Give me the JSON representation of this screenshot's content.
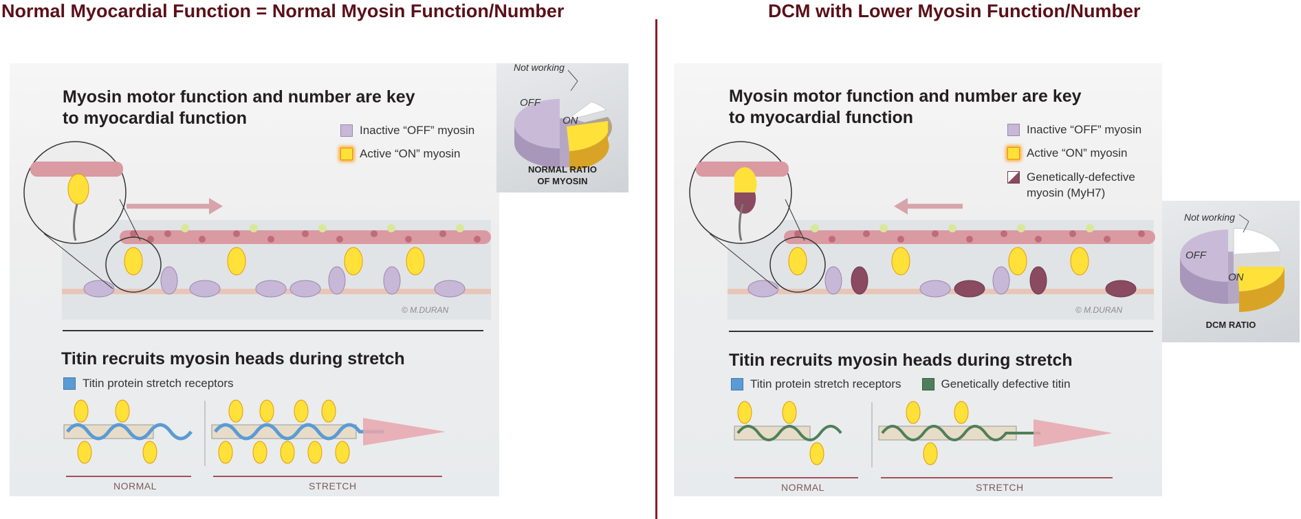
{
  "left": {
    "heading": "Normal Myocardial Function = Normal Myosin Function/Number",
    "title_line1": "Myosin motor function and number are key",
    "title_line2": "to myocardial function",
    "legend": {
      "off": "Inactive “OFF” myosin",
      "on": "Active “ON” myosin"
    },
    "pie": {
      "not_working": "Not working",
      "off": "OFF",
      "on": "ON",
      "caption_line1": "NORMAL RATIO",
      "caption_line2": "OF MYOSIN"
    },
    "credit": "© M.DURAN",
    "subtitle": "Titin recruits myosin heads during stretch",
    "titin_legend": "Titin protein stretch receptors",
    "normal_label": "NORMAL",
    "stretch_label": "STRETCH"
  },
  "right": {
    "heading": "DCM with Lower Myosin Function/Number",
    "title_line1": "Myosin motor function and number are key",
    "title_line2": "to myocardial function",
    "legend": {
      "off": "Inactive “OFF” myosin",
      "on": "Active “ON” myosin",
      "defective_line1": "Genetically-defective",
      "defective_line2": "myosin  (MyH7)"
    },
    "pie": {
      "not_working": "Not working",
      "off": "OFF",
      "on": "ON",
      "caption": "DCM RATIO"
    },
    "credit": "© M.DURAN",
    "subtitle": "Titin recruits myosin heads during stretch",
    "titin_legend": "Titin protein stretch receptors",
    "defective_titin_legend": "Genetically defective titin",
    "normal_label": "NORMAL",
    "stretch_label": "STRETCH"
  },
  "colors": {
    "heading": "#5a1018",
    "divider": "#8b1a2b",
    "off_myosin": "#c8b8d8",
    "on_myosin": "#ffe13a",
    "defective_myosin": "#8a4a60",
    "titin": "#5b9bd5",
    "defective_titin": "#4f7f5a",
    "actin": "#c87b86",
    "arrow": "#d9a2a8"
  }
}
